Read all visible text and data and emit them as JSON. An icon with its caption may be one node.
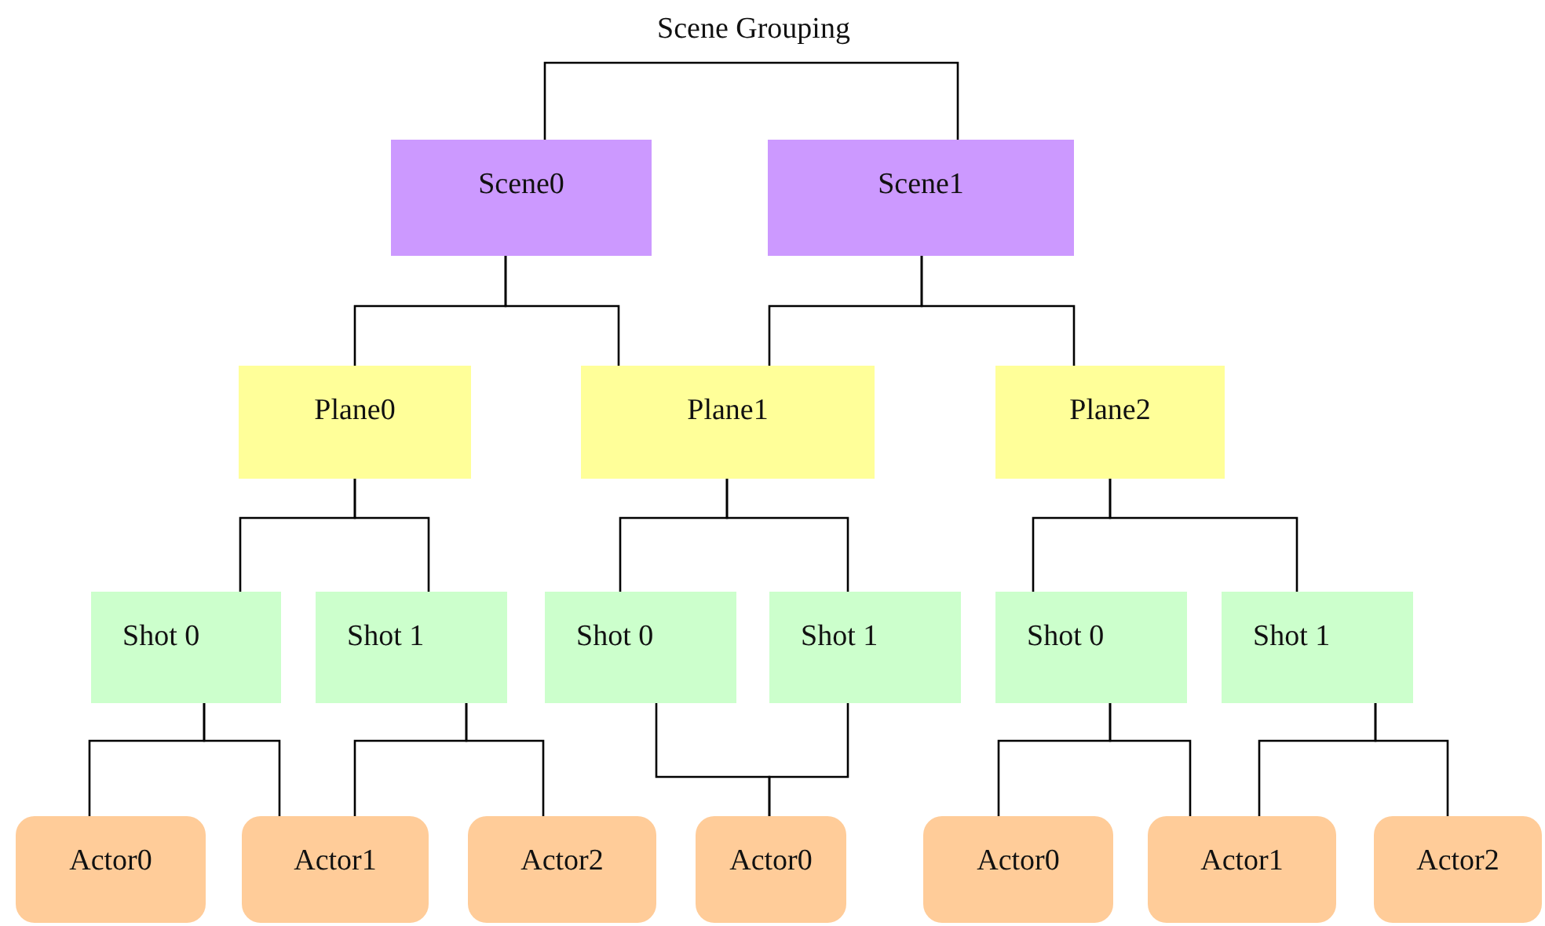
{
  "diagram": {
    "nodes": [
      {
        "text": [
          "Scene Grouping"
        ]
      },
      {
        "text": [
          "Scene0"
        ]
      },
      {
        "text": [
          "Scene1"
        ]
      },
      {
        "text": [
          "Plane0"
        ]
      },
      {
        "text": [
          "Plane1"
        ]
      },
      {
        "text": [
          "Plane2"
        ]
      },
      {
        "text": [
          "Shot 0"
        ]
      },
      {
        "text": [
          "Shot 1"
        ]
      },
      {
        "text": [
          "Shot 0"
        ]
      },
      {
        "text": [
          "Shot 1"
        ]
      },
      {
        "text": [
          "Shot 0"
        ]
      },
      {
        "text": [
          "Shot 1"
        ]
      },
      {
        "text": [
          "Actor0"
        ]
      },
      {
        "text": [
          "Actor1"
        ]
      },
      {
        "text": [
          "Actor2"
        ]
      },
      {
        "text": [
          "Actor0"
        ]
      },
      {
        "text": [
          "Actor0"
        ]
      },
      {
        "text": [
          "Actor1"
        ]
      },
      {
        "text": [
          "Actor2"
        ]
      }
    ],
    "edges": [
      {
        "from": 0,
        "to": 1,
        "arrow": "none"
      },
      {
        "from": 0,
        "to": 2,
        "arrow": "none"
      },
      {
        "from": 1,
        "to": 3,
        "arrow": "none"
      },
      {
        "from": 1,
        "to": 4,
        "arrow": "none"
      },
      {
        "from": 2,
        "to": 4,
        "arrow": "none"
      },
      {
        "from": 2,
        "to": 5,
        "arrow": "none"
      },
      {
        "from": 3,
        "to": 6,
        "arrow": "none"
      },
      {
        "from": 3,
        "to": 7,
        "arrow": "none"
      },
      {
        "from": 4,
        "to": 8,
        "arrow": "none"
      },
      {
        "from": 4,
        "to": 9,
        "arrow": "none"
      },
      {
        "from": 5,
        "to": 10,
        "arrow": "none"
      },
      {
        "from": 5,
        "to": 11,
        "arrow": "none"
      },
      {
        "from": 6,
        "to": 12,
        "arrow": "none"
      },
      {
        "from": 6,
        "to": 13,
        "arrow": "none"
      },
      {
        "from": 7,
        "to": 13,
        "arrow": "none"
      },
      {
        "from": 7,
        "to": 14,
        "arrow": "none"
      },
      {
        "from": 8,
        "to": 15,
        "arrow": "none"
      },
      {
        "from": 9,
        "to": 15,
        "arrow": "none"
      },
      {
        "from": 10,
        "to": 16,
        "arrow": "none"
      },
      {
        "from": 10,
        "to": 17,
        "arrow": "none"
      },
      {
        "from": 11,
        "to": 17,
        "arrow": "none"
      },
      {
        "from": 11,
        "to": 18,
        "arrow": "none"
      }
    ]
  }
}
